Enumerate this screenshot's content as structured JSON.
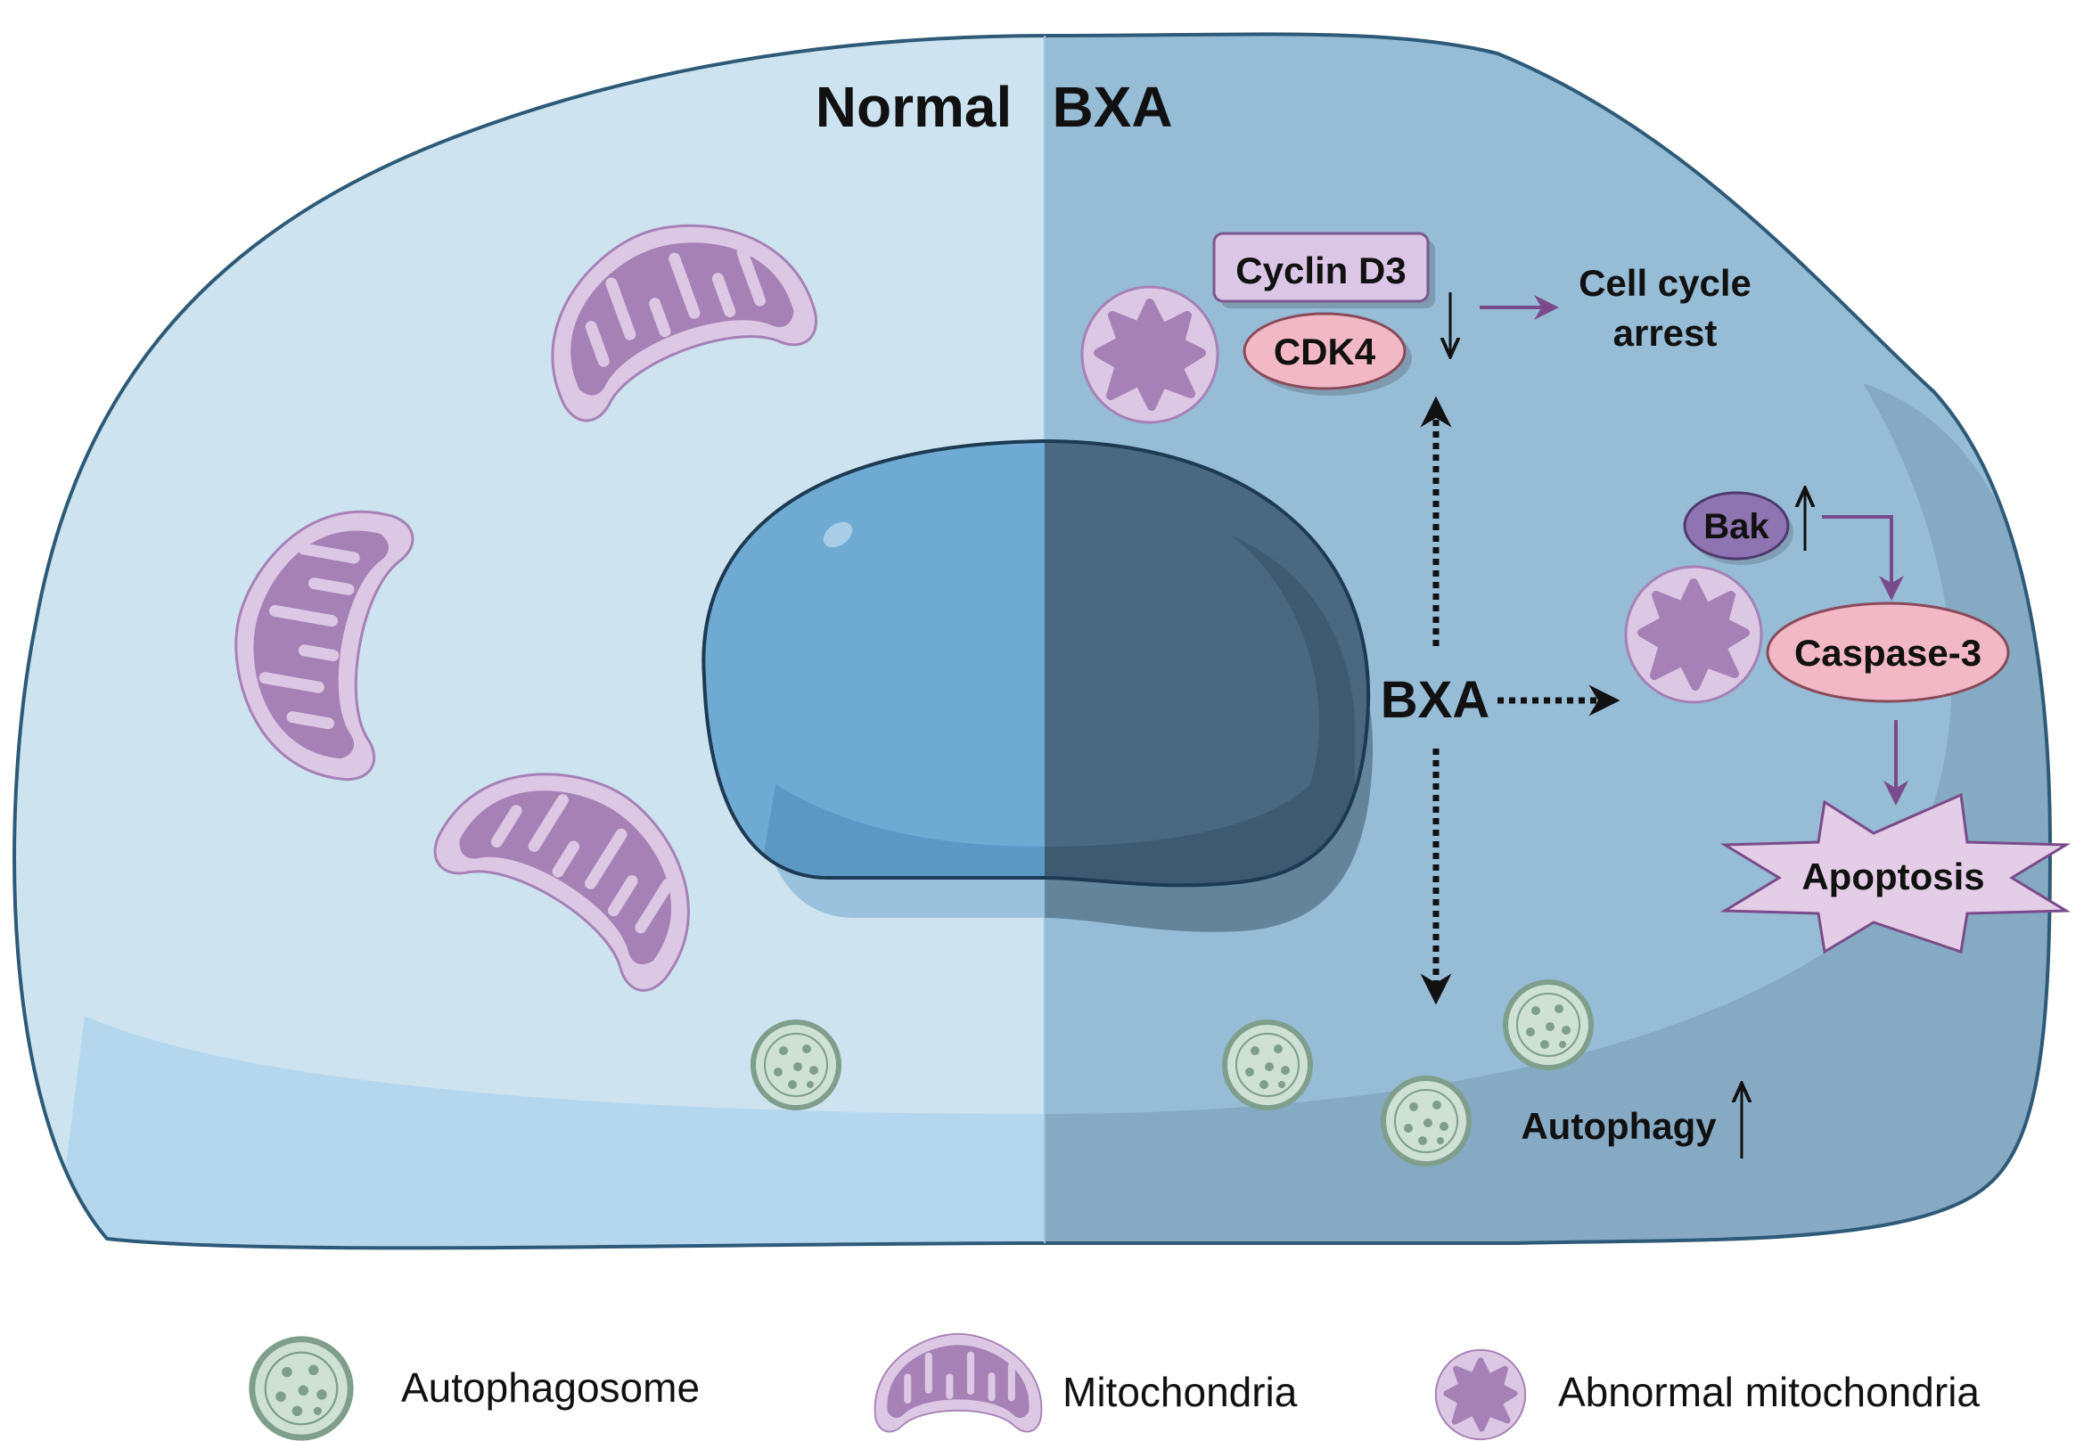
{
  "labels": {
    "normal": "Normal",
    "bxa_top": "BXA",
    "cyclin": "Cyclin D3",
    "cdk4": "CDK4",
    "cell_cycle_1": "Cell cycle",
    "cell_cycle_2": "arrest",
    "bak": "Bak",
    "caspase": "Caspase-3",
    "apoptosis": "Apoptosis",
    "bxa_center": "BXA",
    "autophagy": "Autophagy"
  },
  "legend": {
    "autophagosome": "Autophagosome",
    "mitochondria": "Mitochondria",
    "abnormal": "Abnormal mitochondria"
  },
  "colors": {
    "normal_cytoplasm": "#cde3f0",
    "bxa_cytoplasm": "#96bcd6",
    "nucleus_normal": "#6faad3",
    "nucleus_bxa": "#4a6880",
    "mito_fill": "#a681b6",
    "mito_outer": "#dcc8e4",
    "autophagosome": "#cfe0d4",
    "pathway_arrow": "#7a4b8a",
    "caspase_fill": "#f2b8c6",
    "apoptosis_fill": "#e4cde6",
    "bak_fill": "#8e74b0",
    "cyclin_fill": "#dcc6e6"
  }
}
